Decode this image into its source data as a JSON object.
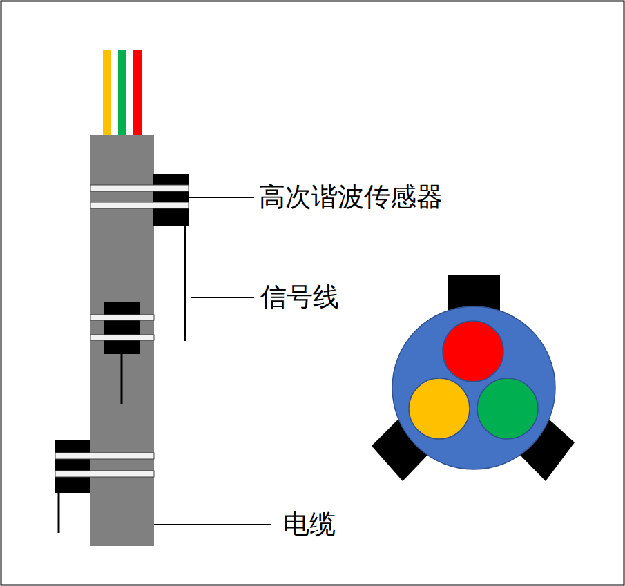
{
  "diagram": {
    "labels": [
      "高次谐波传感器",
      "信号线",
      "电缆"
    ]
  }
}
